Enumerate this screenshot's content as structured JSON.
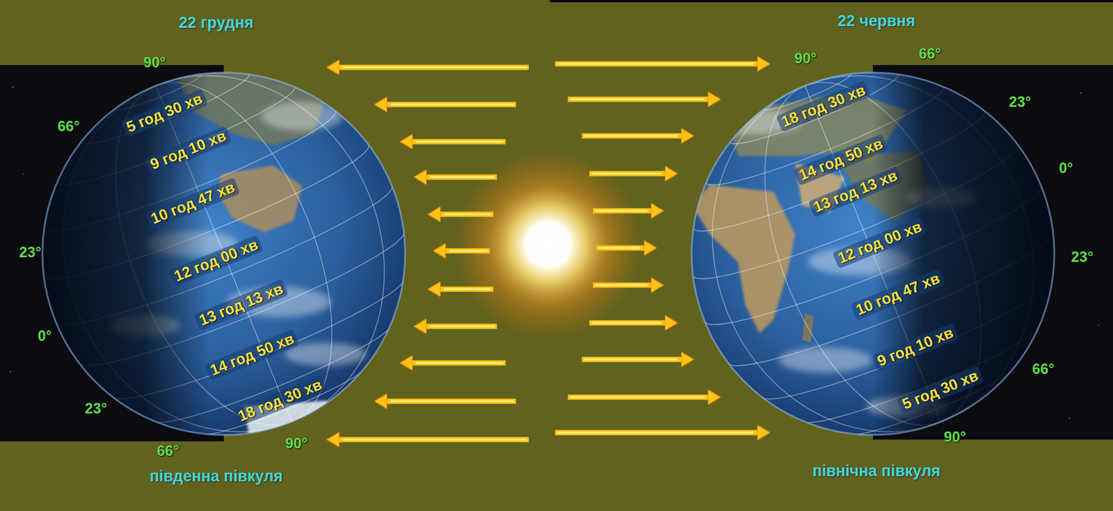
{
  "diagram": {
    "labels": [
      "22 грудня",
      "90°",
      "66°",
      "5 год 30 хв",
      "9 год 10 хв",
      "10 год 47 хв",
      "23°",
      "12 год 00 хв",
      "13 год 13 хв",
      "0°",
      "14 год 50 хв",
      "23°",
      "18 год 30 хв",
      "66°",
      "90°",
      "південна півкуля",
      "22 червня",
      "90°",
      "66°",
      "23°",
      "18 год 30 хв",
      "0°",
      "14 год 50 хв",
      "13 год 13 хв",
      "12 год 00 хв",
      "23°",
      "10 год 47 хв",
      "9 год 10 хв",
      "66°",
      "5 год 30 хв",
      "90°",
      "північна півкуля"
    ]
  }
}
